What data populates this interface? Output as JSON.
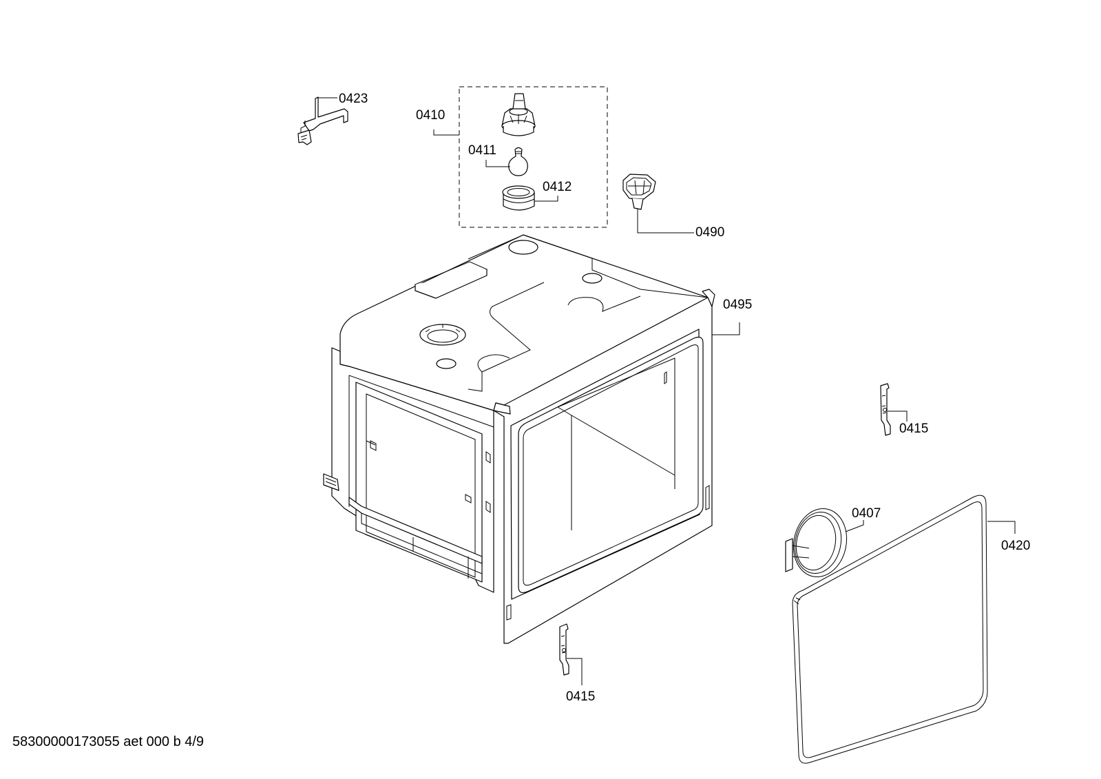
{
  "labels": {
    "p0423": "0423",
    "p0410": "0410",
    "p0411": "0411",
    "p0412": "0412",
    "p0490": "0490",
    "p0495": "0495",
    "p0415_right": "0415",
    "p0407": "0407",
    "p0420": "0420",
    "p0415_bottom": "0415"
  },
  "footer": {
    "code": "58300000173055 aet 000 b 4/9"
  }
}
